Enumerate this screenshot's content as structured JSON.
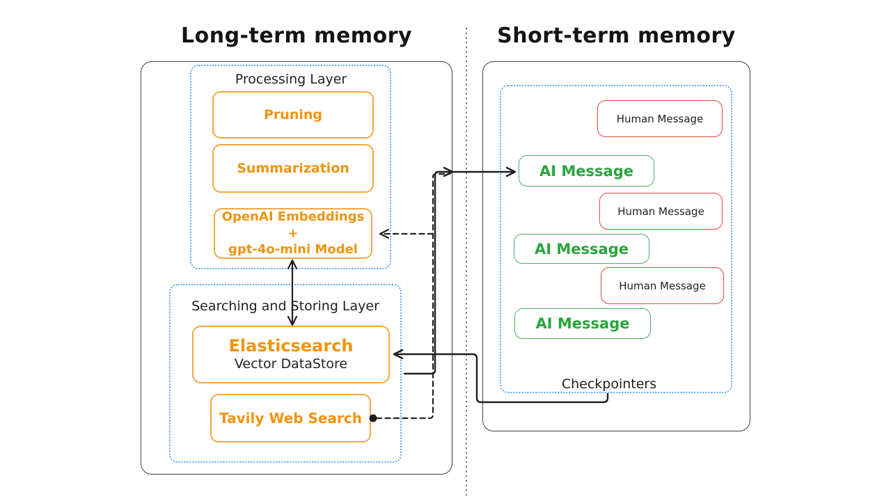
{
  "diagram": {
    "long_term": {
      "title": "Long-term memory",
      "processing_layer": {
        "label": "Processing Layer",
        "pruning": "Pruning",
        "summarization": "Summarization",
        "openai_line1": "OpenAI Embeddings +",
        "openai_line2": "gpt-4o-mini Model"
      },
      "searching_layer": {
        "label": "Searching and Storing Layer",
        "elasticsearch_title": "Elasticsearch",
        "elasticsearch_subtitle": "Vector DataStore",
        "tavily": "Tavily Web Search"
      }
    },
    "short_term": {
      "title": "Short-term memory",
      "checkpointers_label": "Checkpointers",
      "messages": [
        {
          "type": "human",
          "label": "Human Message"
        },
        {
          "type": "ai",
          "label": "AI Message"
        },
        {
          "type": "human",
          "label": "Human Message"
        },
        {
          "type": "ai",
          "label": "AI Message"
        },
        {
          "type": "human",
          "label": "Human Message"
        },
        {
          "type": "ai",
          "label": "AI Message"
        }
      ]
    },
    "colors": {
      "ink": "#1e1e1e",
      "orange_border": "#f3a741",
      "orange_text": "#ef940f",
      "red_border": "#e2463d",
      "green_border": "#4fae63",
      "green_text": "#2aa43c",
      "blue_dotted": "#58a7f3"
    }
  }
}
